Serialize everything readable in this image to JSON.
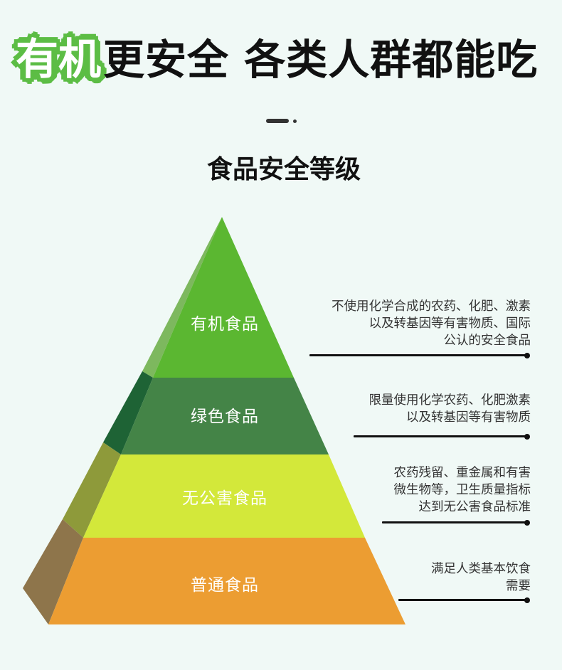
{
  "header": {
    "accent_text": "有机",
    "title_rest": "更安全 各类人群都能吃",
    "accent_color": "#5cbd45",
    "divider_icon": "dash-dot-divider"
  },
  "subtitle": "食品安全等级",
  "pyramid": {
    "tiers": [
      {
        "label": "有机食品",
        "front_color": "#5bb731",
        "side_color": "#7db85e",
        "description_lines": [
          "不使用化学合成的农药、化肥、激素",
          "以及转基因等有害物质、国际",
          "公认的安全食品"
        ]
      },
      {
        "label": "绿色食品",
        "front_color": "#448447",
        "side_color": "#1e6335",
        "description_lines": [
          "限量使用化学农药、化肥激素",
          "以及转基因等有害物质"
        ]
      },
      {
        "label": "无公害食品",
        "front_color": "#d3e83a",
        "side_color": "#8e9a3a",
        "description_lines": [
          "农药残留、重金属和有害",
          "微生物等，卫生质量指标",
          "达到无公害食品标准"
        ]
      },
      {
        "label": "普通食品",
        "front_color": "#ec9d32",
        "side_color": "#8e754b",
        "description_lines": [
          "满足人类基本饮食",
          "需要"
        ]
      }
    ]
  }
}
